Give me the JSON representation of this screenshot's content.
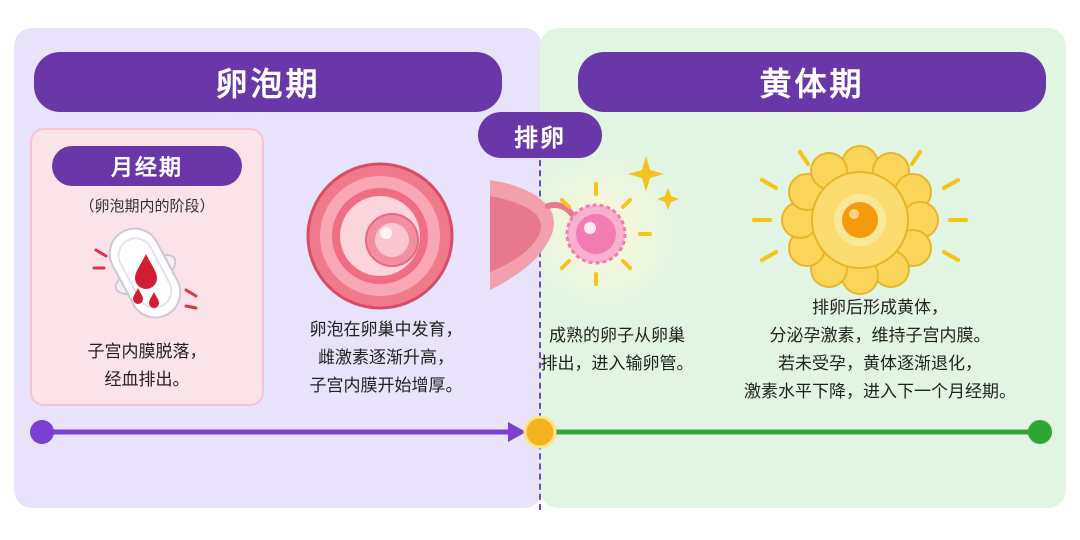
{
  "follicular_phase": {
    "title": "卵泡期",
    "menstrual": {
      "title": "月经期",
      "subtitle": "（卵泡期内的阶段）",
      "desc_line1": "子宫内膜脱落，",
      "desc_line2": "经血排出。"
    },
    "follicle_desc_line1": "卵泡在卵巢中发育，",
    "follicle_desc_line2": "雌激素逐渐升高，",
    "follicle_desc_line3": "子宫内膜开始增厚。"
  },
  "ovulation": {
    "title": "排卵",
    "desc_line1": "成熟的卵子从卵巢",
    "desc_line2": "排出，进入输卵管。"
  },
  "luteal_phase": {
    "title": "黄体期",
    "desc_line1": "排卵后形成黄体，",
    "desc_line2": "分泌孕激素，维持子宫内膜。",
    "desc_line3": "若未受孕，黄体逐渐退化，",
    "desc_line4": "激素水平下降，进入下一个月经期。"
  },
  "colors": {
    "follicular_bg": "#e8e2fb",
    "luteal_bg": "#e2f5e2",
    "purple": "#6a37a8",
    "timeline_purple": "#7b3fd1",
    "timeline_green": "#2ea636",
    "ovulation_dot": "#f2b41c",
    "menstrual_card_bg": "#fbe3ea"
  },
  "icons": {
    "menstrual": "sanitary-pad-icon",
    "follicle": "follicle-icon",
    "ovulation": "released-egg-icon",
    "luteal": "corpus-luteum-icon"
  }
}
